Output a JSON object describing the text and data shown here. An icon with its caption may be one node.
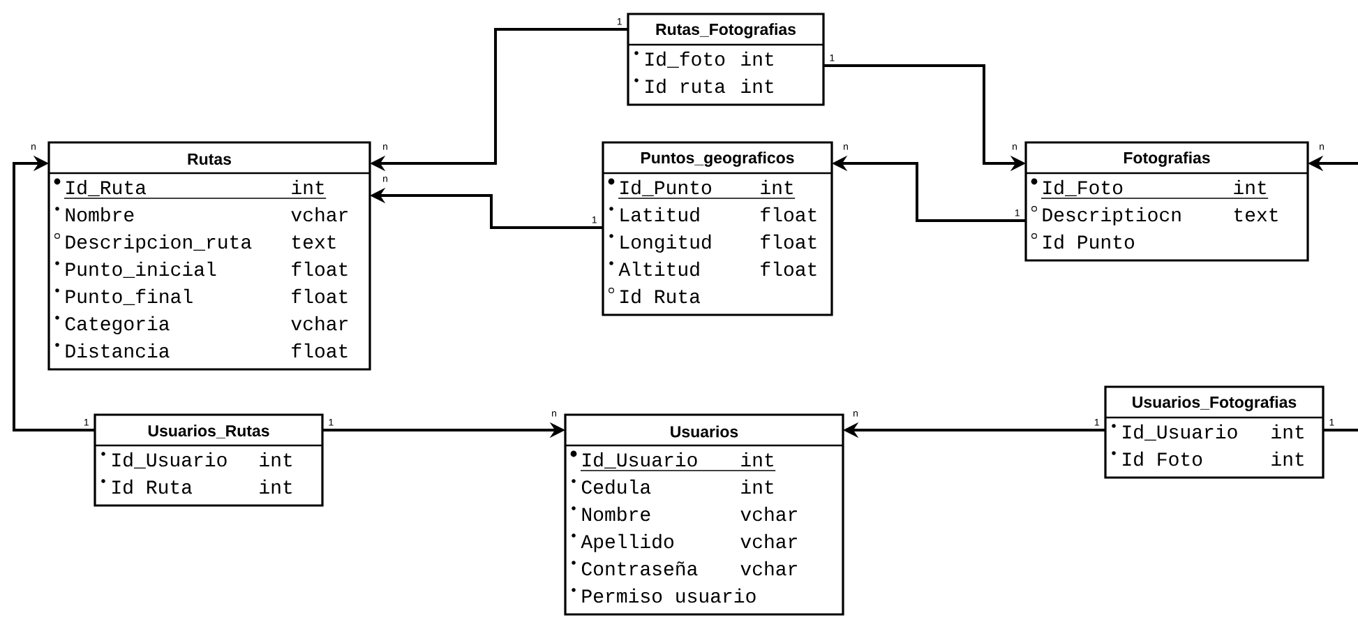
{
  "diagram": {
    "nodes": [
      {
        "text": [
          "Rutas_Fotografias",
          "Id_foto",
          "int",
          "Id ruta",
          "int"
        ]
      },
      {
        "text": [
          "Rutas",
          "Id_Ruta",
          "int",
          "Nombre",
          "vchar",
          "Descripcion_ruta",
          "text",
          "Punto_inicial",
          "float",
          "Punto_final",
          "float",
          "Categoria",
          "vchar",
          "Distancia",
          "float"
        ]
      },
      {
        "text": [
          "Puntos_geograficos",
          "Id_Punto",
          "int",
          "Latitud",
          "float",
          "Longitud",
          "float",
          "Altitud",
          "float",
          "Id Ruta"
        ]
      },
      {
        "text": [
          "Fotografias",
          "Id_Foto",
          "int",
          "Descriptiocn",
          "text",
          "Id Punto"
        ]
      },
      {
        "text": [
          "Usuarios_Rutas",
          "Id_Usuario",
          "int",
          "Id Ruta",
          "int"
        ]
      },
      {
        "text": [
          "Usuarios",
          "Id_Usuario",
          "int",
          "Cedula",
          "int",
          "Nombre",
          "vchar",
          "Apellido",
          "vchar",
          "Contraseña",
          "vchar",
          "Permiso usuario"
        ]
      },
      {
        "text": [
          "Usuarios_Fotografias",
          "Id_Usuario",
          "int",
          "Id Foto",
          "int"
        ]
      }
    ],
    "edges": [
      {
        "from": 0,
        "to": 1,
        "arrow": "to",
        "label": "1"
      },
      {
        "from": 0,
        "to": 3,
        "arrow": "to",
        "label": "1"
      },
      {
        "from": 2,
        "to": 1,
        "arrow": "to",
        "label": "1"
      },
      {
        "from": 3,
        "to": 2,
        "arrow": "to",
        "label": "1"
      },
      {
        "from": null,
        "to": 3,
        "arrow": "to"
      },
      {
        "from": 4,
        "to": 1,
        "arrow": "to",
        "label": "1"
      },
      {
        "from": 4,
        "to": 5,
        "arrow": "to",
        "label": "1"
      },
      {
        "from": 6,
        "to": 5,
        "arrow": "to",
        "label": "1"
      },
      {
        "from": 6,
        "to": null,
        "arrow": "none",
        "label": "1"
      }
    ],
    "labels": [
      "n",
      "n",
      "n",
      "n",
      "n",
      "n",
      "n",
      "n"
    ]
  }
}
